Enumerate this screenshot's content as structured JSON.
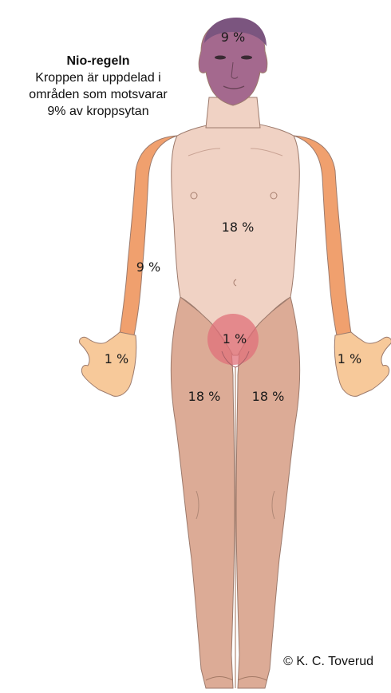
{
  "caption": {
    "title": "Nio-regeln",
    "line1": "Kroppen är uppdelad i",
    "line2": "områden som motsvarar",
    "line3": "9% av kroppsytan"
  },
  "regions": {
    "head": {
      "label": "9 %",
      "color": "#a4698e"
    },
    "trunk": {
      "label": "18 %",
      "color": "#f0d2c4"
    },
    "left_arm": {
      "label": "9 %",
      "color": "#f0a06e"
    },
    "left_hand": {
      "label": "1 %",
      "color": "#f7c99a"
    },
    "right_hand": {
      "label": "1 %",
      "color": "#f7c99a"
    },
    "genital": {
      "label": "1 %",
      "color": "#e0707a"
    },
    "right_leg": {
      "label": "18 %",
      "color": "#dcab96"
    },
    "left_leg": {
      "label": "18 %",
      "color": "#dcab96"
    }
  },
  "copyright": "© K. C. Toverud"
}
